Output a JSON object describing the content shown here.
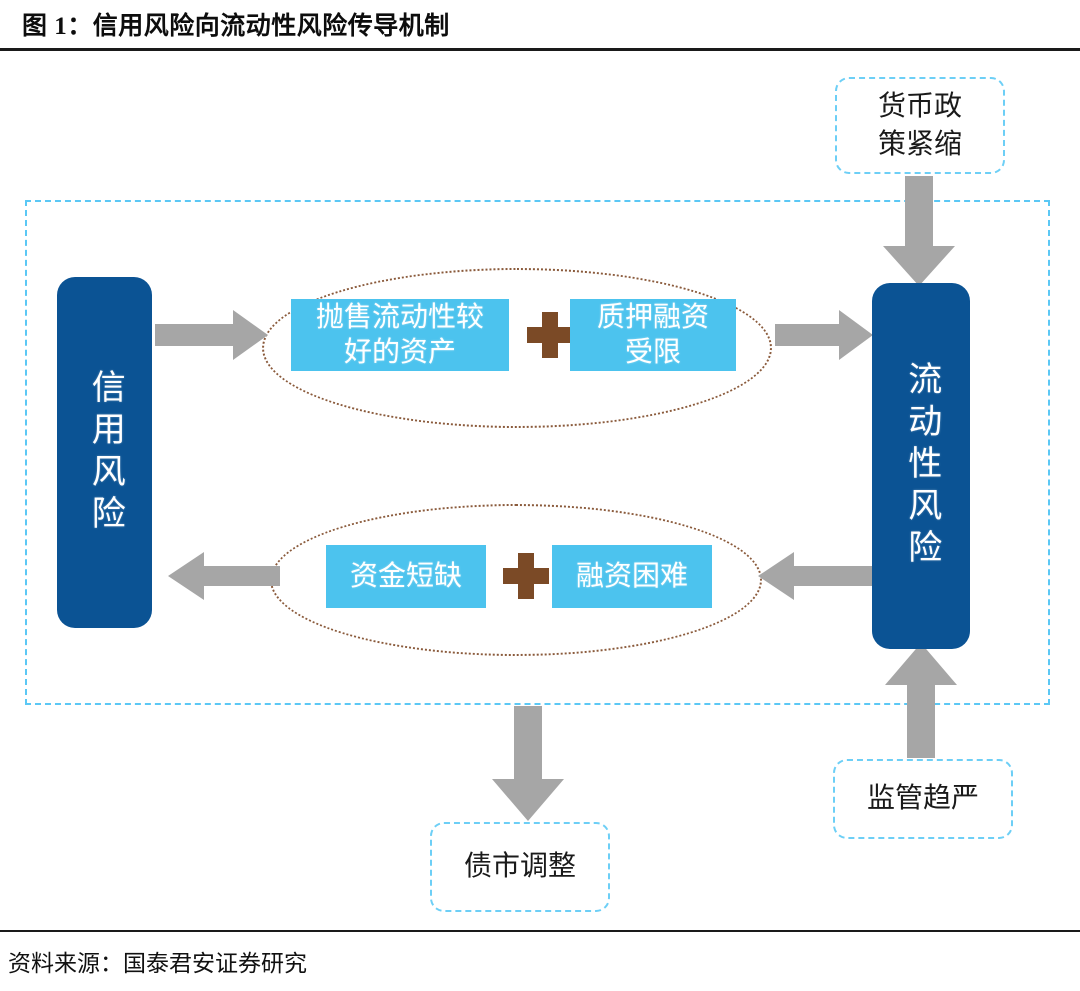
{
  "figure": {
    "title": "图 1：信用风险向流动性风险传导机制",
    "source": "资料来源：国泰君安证券研究"
  },
  "colors": {
    "dark_blue": "#0b5394",
    "light_blue_chip": "#4cc3ee",
    "dashed_border": "#6dcff6",
    "arrow_gray": "#a6a6a6",
    "plus_brown": "#7b4a26",
    "ellipse_brown": "#8a5a3b",
    "rule_black": "#1a1a1a"
  },
  "diagram": {
    "nodes": {
      "credit_risk": "信用风险",
      "liquidity_risk": "流动性风险",
      "monetary_tightening": "货币政策紧缩",
      "regulation_strict": "监管趋严",
      "bond_market_adjust": "债市调整"
    },
    "upper_group": {
      "left_chip": "抛售流动性较好的资产",
      "operator": "+",
      "right_chip": "质押融资受限"
    },
    "lower_group": {
      "left_chip": "资金短缺",
      "operator": "+",
      "right_chip": "融资困难"
    },
    "arrows": [
      {
        "name": "credit-risk-to-upper-group",
        "direction": "right"
      },
      {
        "name": "upper-group-to-liquidity-risk",
        "direction": "right"
      },
      {
        "name": "liquidity-risk-to-lower-group",
        "direction": "left"
      },
      {
        "name": "lower-group-to-credit-risk",
        "direction": "left"
      },
      {
        "name": "monetary-tightening-to-liquidity-risk",
        "direction": "down"
      },
      {
        "name": "regulation-strict-to-liquidity-risk",
        "direction": "up"
      },
      {
        "name": "feedback-loop-to-bond-market",
        "direction": "down"
      }
    ]
  }
}
